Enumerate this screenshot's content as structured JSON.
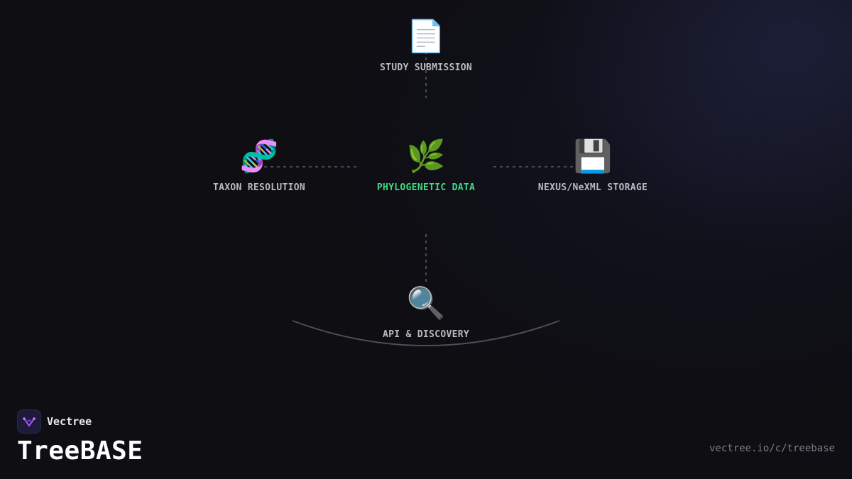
{
  "colors": {
    "background": "#0e0e13",
    "label": "#b9b9bf",
    "center_label": "#3ddc84",
    "connector": "#4a4a54",
    "arc": "#4e4e56",
    "logo_bg": "#1d1a3a",
    "logo_mark": "#a855f7"
  },
  "diagram": {
    "nodes": {
      "study": {
        "icon": "📄",
        "icon_name": "document-icon",
        "label": "STUDY SUBMISSION"
      },
      "taxon": {
        "icon": "🧬",
        "icon_name": "dna-icon",
        "label": "TAXON RESOLUTION"
      },
      "phylo": {
        "icon": "🌿",
        "icon_name": "herb-icon",
        "label": "PHYLOGENETIC DATA"
      },
      "nexus": {
        "icon": "💾",
        "icon_name": "floppy-disk-icon",
        "label": "NEXUS/NeXML STORAGE"
      },
      "api": {
        "icon": "🔍",
        "icon_name": "magnifier-icon",
        "label": "API & DISCOVERY"
      }
    }
  },
  "brand": {
    "logo_icon_name": "vectree-logo-icon",
    "name": "Vectree",
    "product": "TreeBASE",
    "url": "vectree.io/c/treebase"
  }
}
